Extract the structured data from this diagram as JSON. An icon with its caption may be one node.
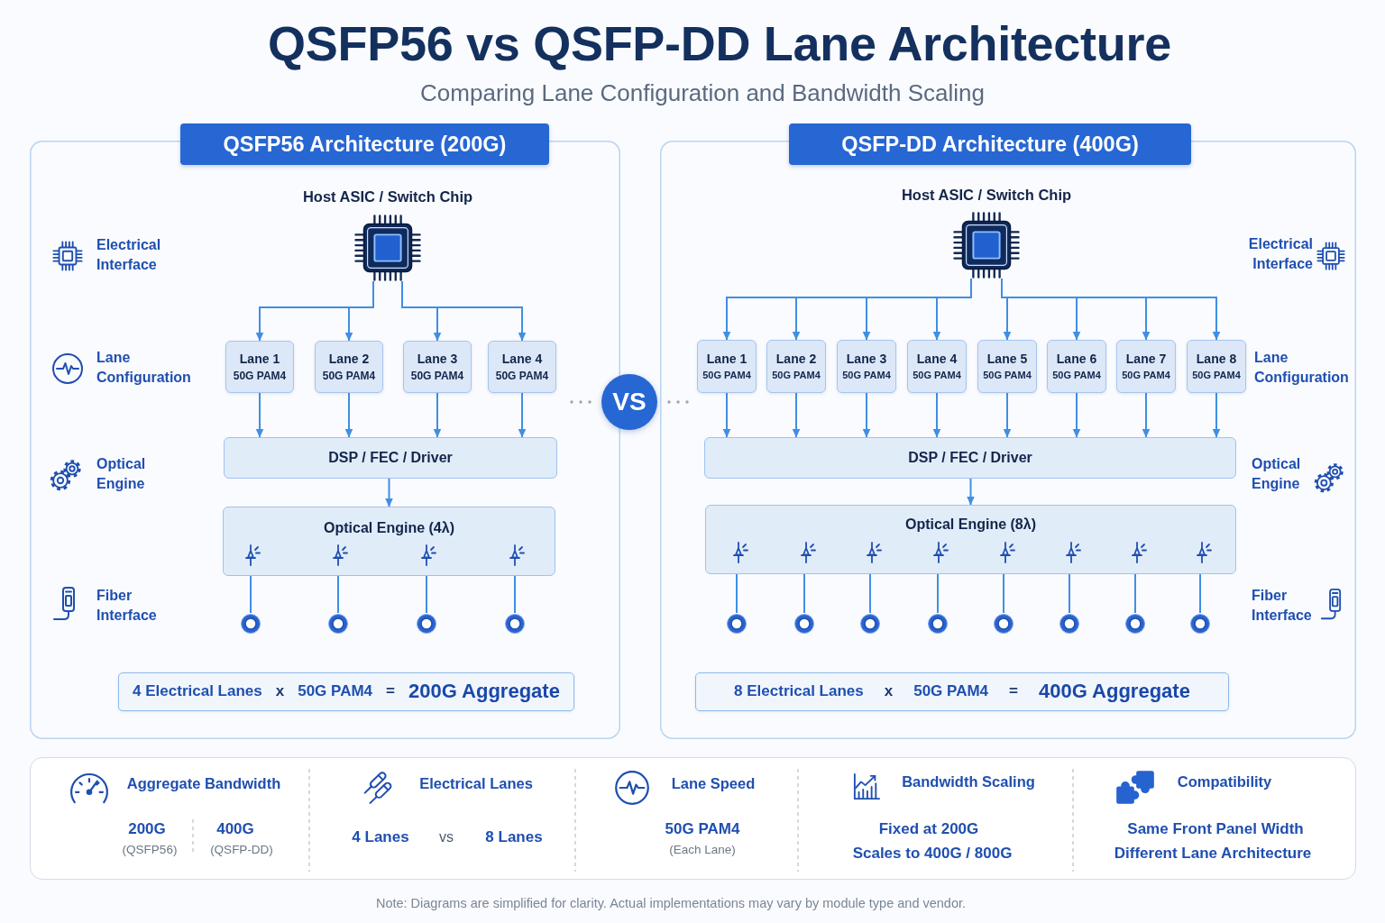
{
  "diagram": {
    "title": "QSFP56 vs QSFP-DD Lane Architecture",
    "nodes": [
      {
        "text": [
          "QSFP56 Architecture (200G)"
        ]
      },
      {
        "text": [
          "Host ASIC / Switch Chip"
        ],
        "in": 0
      },
      {
        "text": [
          "Lane 1",
          "50G PAM4"
        ],
        "in": 0
      },
      {
        "text": [
          "Lane 2",
          "50G PAM4"
        ],
        "in": 0
      },
      {
        "text": [
          "Lane 3",
          "50G PAM4"
        ],
        "in": 0
      },
      {
        "text": [
          "Lane 4",
          "50G PAM4"
        ],
        "in": 0
      },
      {
        "text": [
          "DSP / FEC / Driver"
        ],
        "in": 0
      },
      {
        "text": [
          "Optical Engine (4λ)"
        ],
        "in": 0
      },
      {
        "text": [],
        "shape": "circle",
        "in": 0
      },
      {
        "text": [],
        "shape": "circle",
        "in": 0
      },
      {
        "text": [],
        "shape": "circle",
        "in": 0
      },
      {
        "text": [],
        "shape": "circle",
        "in": 0
      },
      {
        "text": [
          "4 Electrical Lanes",
          "x",
          "50G PAM4",
          "=",
          "200G Aggregate"
        ],
        "in": 0
      },
      {
        "text": [
          "VS"
        ]
      },
      {
        "text": [
          "QSFP-DD Architecture (400G)"
        ]
      },
      {
        "text": [
          "Host ASIC / Switch Chip"
        ],
        "in": 14
      },
      {
        "text": [
          "Lane 1",
          "50G PAM4"
        ],
        "in": 14
      },
      {
        "text": [
          "Lane 2",
          "50G PAM4"
        ],
        "in": 14
      },
      {
        "text": [
          "Lane 3",
          "50G PAM4"
        ],
        "in": 14
      },
      {
        "text": [
          "Lane 4",
          "50G PAM4"
        ],
        "in": 14
      },
      {
        "text": [
          "Lane 5",
          "50G PAM4"
        ],
        "in": 14
      },
      {
        "text": [
          "Lane 6",
          "50G PAM4"
        ],
        "in": 14
      },
      {
        "text": [
          "Lane 7",
          "50G PAM4"
        ],
        "in": 14
      },
      {
        "text": [
          "Lane 8",
          "50G PAM4"
        ],
        "in": 14
      },
      {
        "text": [
          "DSP / FEC / Driver"
        ],
        "in": 14
      },
      {
        "text": [
          "Optical Engine (8λ)"
        ],
        "in": 14
      },
      {
        "text": [],
        "shape": "circle",
        "in": 14
      },
      {
        "text": [],
        "shape": "circle",
        "in": 14
      },
      {
        "text": [],
        "shape": "circle",
        "in": 14
      },
      {
        "text": [],
        "shape": "circle",
        "in": 14
      },
      {
        "text": [],
        "shape": "circle",
        "in": 14
      },
      {
        "text": [],
        "shape": "circle",
        "in": 14
      },
      {
        "text": [],
        "shape": "circle",
        "in": 14
      },
      {
        "text": [],
        "shape": "circle",
        "in": 14
      },
      {
        "text": [
          "8 Electrical Lanes",
          "x",
          "50G PAM4",
          "=",
          "400G Aggregate"
        ],
        "in": 14
      },
      {
        "text": [
          "Aggregate Bandwidth",
          "200G",
          "(QSFP56)",
          "400G",
          "(QSFP-DD)",
          "Electrical Lanes",
          "4 Lanes",
          "vs",
          "8 Lanes",
          "Lane Speed",
          "50G PAM4",
          "(Each Lane)",
          "Bandwidth Scaling",
          "Fixed at 200G",
          "Scales to 400G / 800G",
          "Compatibility",
          "Same Front Panel Width",
          "Different Lane Architecture"
        ]
      }
    ],
    "edges": [
      {
        "from": 1,
        "to": 2,
        "arrow": "to"
      },
      {
        "from": 1,
        "to": 3,
        "arrow": "to"
      },
      {
        "from": 1,
        "to": 4,
        "arrow": "to"
      },
      {
        "from": 1,
        "to": 5,
        "arrow": "to"
      },
      {
        "from": 2,
        "to": 6,
        "arrow": "to"
      },
      {
        "from": 3,
        "to": 6,
        "arrow": "to"
      },
      {
        "from": 4,
        "to": 6,
        "arrow": "to"
      },
      {
        "from": 5,
        "to": 6,
        "arrow": "to"
      },
      {
        "from": 6,
        "to": 7,
        "arrow": "to"
      },
      {
        "from": 7,
        "to": 8,
        "arrow": "none"
      },
      {
        "from": 7,
        "to": 9,
        "arrow": "none"
      },
      {
        "from": 7,
        "to": 10,
        "arrow": "none"
      },
      {
        "from": 7,
        "to": 11,
        "arrow": "none"
      },
      {
        "from": 15,
        "to": 16,
        "arrow": "to"
      },
      {
        "from": 15,
        "to": 17,
        "arrow": "to"
      },
      {
        "from": 15,
        "to": 18,
        "arrow": "to"
      },
      {
        "from": 15,
        "to": 19,
        "arrow": "to"
      },
      {
        "from": 15,
        "to": 20,
        "arrow": "to"
      },
      {
        "from": 15,
        "to": 21,
        "arrow": "to"
      },
      {
        "from": 15,
        "to": 22,
        "arrow": "to"
      },
      {
        "from": 15,
        "to": 23,
        "arrow": "to"
      },
      {
        "from": 16,
        "to": 24,
        "arrow": "to"
      },
      {
        "from": 17,
        "to": 24,
        "arrow": "to"
      },
      {
        "from": 18,
        "to": 24,
        "arrow": "to"
      },
      {
        "from": 19,
        "to": 24,
        "arrow": "to"
      },
      {
        "from": 20,
        "to": 24,
        "arrow": "to"
      },
      {
        "from": 21,
        "to": 24,
        "arrow": "to"
      },
      {
        "from": 22,
        "to": 24,
        "arrow": "to"
      },
      {
        "from": 23,
        "to": 24,
        "arrow": "to"
      },
      {
        "from": 24,
        "to": 25,
        "arrow": "to"
      },
      {
        "from": 25,
        "to": 26,
        "arrow": "none"
      },
      {
        "from": 25,
        "to": 27,
        "arrow": "none"
      },
      {
        "from": 25,
        "to": 28,
        "arrow": "none"
      },
      {
        "from": 25,
        "to": 29,
        "arrow": "none"
      },
      {
        "from": 25,
        "to": 30,
        "arrow": "none"
      },
      {
        "from": 25,
        "to": 31,
        "arrow": "none"
      },
      {
        "from": 25,
        "to": 32,
        "arrow": "none"
      },
      {
        "from": 25,
        "to": 33,
        "arrow": "none"
      }
    ],
    "labels": [
      "Comparing Lane Configuration and Bandwidth Scaling",
      "Electrical Interface",
      "Lane Configuration",
      "Optical Engine",
      "Fiber Interface",
      "Electrical Interface",
      "Lane Configuration",
      "Optical Engine",
      "Fiber Interface",
      "Note: Diagrams are simplified for clarity. Actual implementations may vary by module type and vendor."
    ]
  }
}
